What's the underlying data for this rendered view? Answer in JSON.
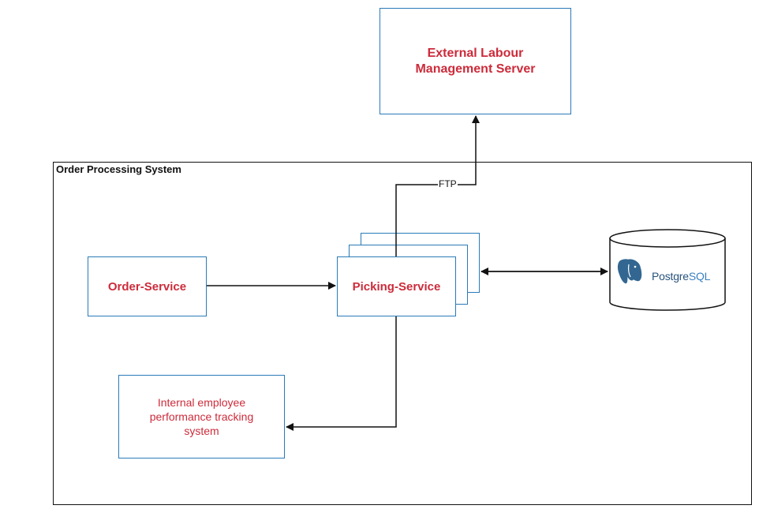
{
  "external_server": {
    "line1": "External Labour",
    "line2": "Management Server"
  },
  "frame": {
    "label": "Order Processing System"
  },
  "order_service": {
    "label": "Order-Service"
  },
  "picking_service": {
    "label": "Picking-Service"
  },
  "internal_system": {
    "label": "Internal employee performance tracking system"
  },
  "connection": {
    "ftp_label": "FTP"
  },
  "database": {
    "name_part1": "Postgre",
    "name_part2": "SQL",
    "icon": "postgresql-elephant-icon"
  },
  "colors": {
    "box_border": "#2a7ab8",
    "box_text": "#cc2b3a",
    "lines": "#111111"
  }
}
